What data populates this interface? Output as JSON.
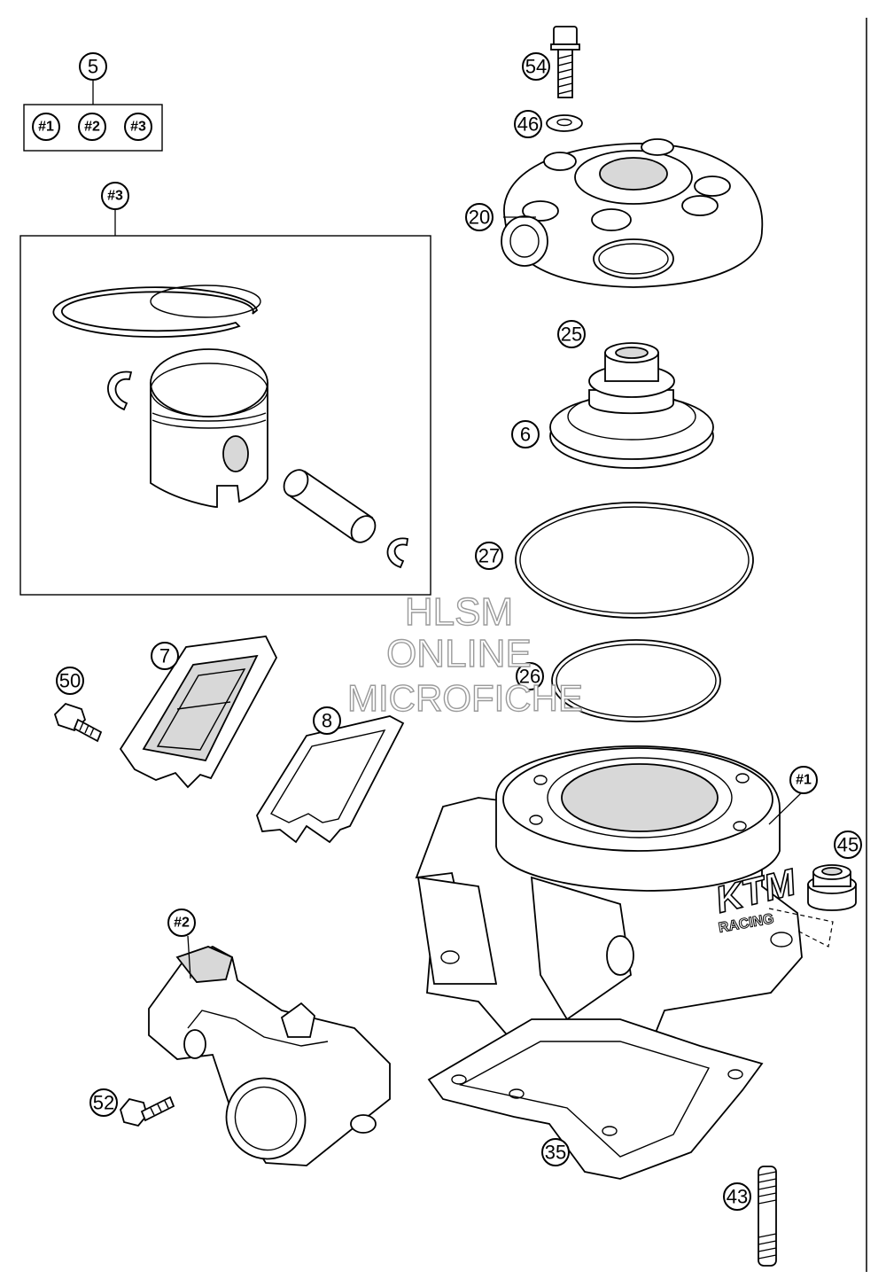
{
  "callouts": {
    "c5": "5",
    "k1": "#1",
    "k2": "#2",
    "k3": "#3",
    "c3": "#3",
    "c54": "54",
    "c46": "46",
    "c20": "20",
    "c25": "25",
    "c6": "6",
    "c27": "27",
    "c26": "26",
    "c7": "7",
    "c50": "50",
    "c8": "8",
    "c1": "#1",
    "c45": "45",
    "c2": "#2",
    "c52": "52",
    "c35": "35",
    "c43": "43"
  },
  "watermark": {
    "line1": "HLSM",
    "line2": "ONLINE",
    "line3": "MICROFICHE"
  },
  "cylinder_logo": "KTM",
  "cylinder_sublogo": "RACING",
  "colors": {
    "line": "#000000",
    "shade": "#d8d8d8",
    "watermark": "#9a9a9a"
  }
}
